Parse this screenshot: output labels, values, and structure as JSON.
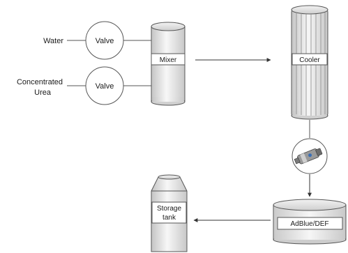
{
  "inputs": {
    "water": "Water",
    "urea_line1": "Concentrated",
    "urea_line2": "Urea"
  },
  "valves": [
    {
      "label": "Valve"
    },
    {
      "label": "Valve"
    }
  ],
  "units": {
    "mixer": "Mixer",
    "cooler": "Cooler",
    "adblue": "AdBlue/DEF",
    "storage_line1": "Storage",
    "storage_line2": "tank"
  },
  "icons": {
    "pump": "pump-icon"
  },
  "colors": {
    "stroke": "#555555",
    "text": "#1a1a1a",
    "fill_dark": "#d2d2d2",
    "fill_light": "#f4f4f4"
  }
}
